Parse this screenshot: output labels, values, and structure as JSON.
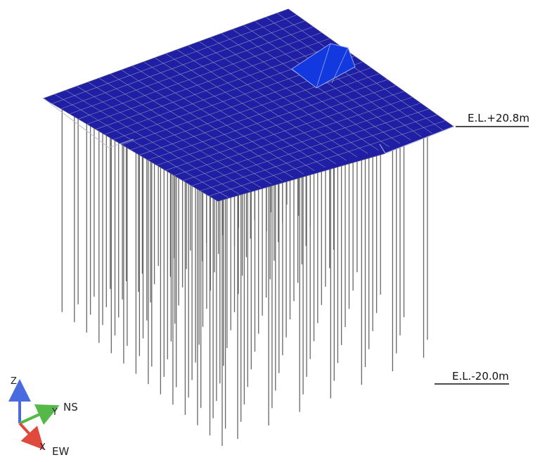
{
  "labels": {
    "top_elevation": "E.L.+20.8m",
    "bottom_elevation": "E.L.-20.0m"
  },
  "axes": {
    "z": "Z",
    "y": "Y",
    "x": "X",
    "ns": "NS",
    "ew": "EW"
  },
  "colors": {
    "slab": "#1f1fa6",
    "pit": "#1238e0",
    "mesh": "#8b8bb8",
    "pile": "#666666",
    "x_axis": "#e04a3c",
    "y_axis": "#55b948",
    "z_axis": "#4a6adf"
  }
}
